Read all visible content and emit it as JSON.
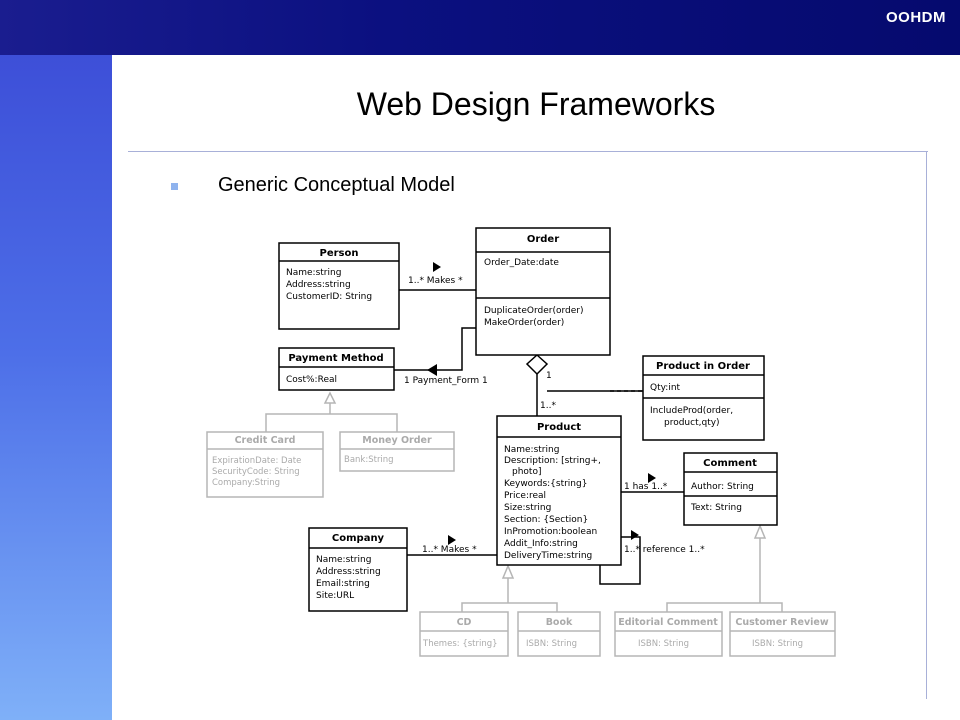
{
  "header": {
    "brand": "OOHDM"
  },
  "slide": {
    "title": "Web Design Frameworks",
    "bullet": "Generic Conceptual Model"
  },
  "diagram": {
    "classes": {
      "person": {
        "name": "Person",
        "attributes": [
          "Name:string",
          "Address:string",
          "CustomerID: String"
        ]
      },
      "order": {
        "name": "Order",
        "attributes": [
          "Order_Date:date"
        ],
        "operations": [
          "DuplicateOrder(order)",
          "MakeOrder(order)"
        ]
      },
      "payment_method": {
        "name": "Payment Method",
        "attributes": [
          "Cost%:Real"
        ]
      },
      "credit_card": {
        "name": "Credit Card",
        "attributes": [
          "ExpirationDate: Date",
          "SecurityCode: String",
          "Company:String"
        ]
      },
      "money_order": {
        "name": "Money Order",
        "attributes": [
          "Bank:String"
        ]
      },
      "product_in_order": {
        "name": "Product in Order",
        "attributes": [
          "Qty:int"
        ],
        "operations": [
          "IncludeProd(order,",
          "product,qty)"
        ]
      },
      "product": {
        "name": "Product",
        "attributes": [
          "Name:string",
          "Description: [string+,",
          "photo]",
          "Keywords:{string}",
          "Price:real",
          "Size:string",
          "Section: {Section}",
          "InPromotion:boolean",
          "Addit_Info:string",
          "DeliveryTime:string"
        ]
      },
      "comment": {
        "name": "Comment",
        "attributes": [
          "Author: String",
          "Text: String"
        ]
      },
      "company": {
        "name": "Company",
        "attributes": [
          "Name:string",
          "Address:string",
          "Email:string",
          "Site:URL"
        ]
      },
      "cd": {
        "name": "CD",
        "attributes": [
          "Themes: {string}"
        ]
      },
      "book": {
        "name": "Book",
        "attributes": [
          "ISBN: String"
        ]
      },
      "editorial_comment": {
        "name": "Editorial Comment",
        "attributes": [
          "ISBN: String"
        ]
      },
      "customer_review": {
        "name": "Customer Review",
        "attributes": [
          "ISBN: String"
        ]
      }
    },
    "associations": {
      "makes_order": "1..* Makes *",
      "payment_form": "1  Payment_Form  1",
      "order_product_one": "1",
      "order_product_many": "1..*",
      "has": "1   has   1..*",
      "company_makes": "1..* Makes *",
      "reference": "1..* reference 1..*"
    }
  }
}
